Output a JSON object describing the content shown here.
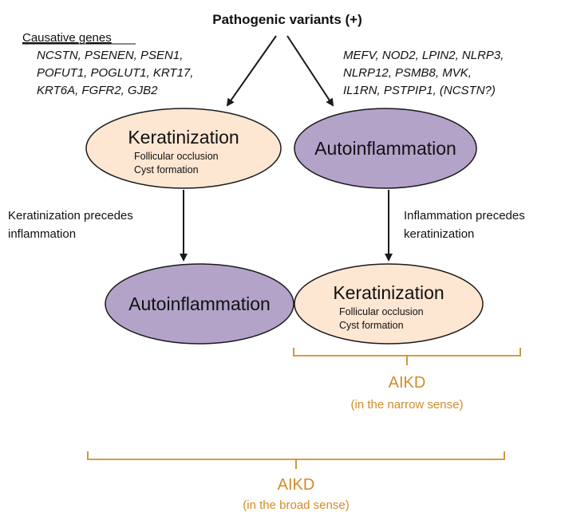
{
  "header": {
    "title": "Pathogenic variants (+)"
  },
  "left_genes": {
    "heading": "Causative genes",
    "lines": [
      "NCSTN, PSENEN, PSEN1,",
      "POFUT1, POGLUT1, KRT17,",
      "KRT6A, FGFR2, GJB2"
    ]
  },
  "right_genes": {
    "lines": [
      "MEFV, NOD2, LPIN2, NLRP3,",
      "NLRP12, PSMB8, MVK,",
      "IL1RN, PSTPIP1, (NCSTN?)"
    ]
  },
  "left_path": {
    "top_node": {
      "title": "Keratinization",
      "sub1": "Follicular occlusion",
      "sub2": "Cyst formation"
    },
    "arrow_label_1": "Keratinization precedes",
    "arrow_label_2": "inflammation",
    "bottom_node": {
      "title": "Autoinflammation"
    }
  },
  "right_path": {
    "top_node": {
      "title": "Autoinflammation"
    },
    "arrow_label_1": "Inflammation precedes",
    "arrow_label_2": "keratinization",
    "bottom_node": {
      "title": "Keratinization",
      "sub1": "Follicular occlusion",
      "sub2": "Cyst formation"
    }
  },
  "narrow_group": {
    "label": "AIKD",
    "sublabel": "(in the narrow sense)"
  },
  "broad_group": {
    "label": "AIKD",
    "sublabel": "(in the broad sense)"
  },
  "colors": {
    "keratinization_fill": "#fde6d2",
    "autoinflammation_fill": "#b3a3c9",
    "bracket": "#d08c2a",
    "arrow": "#1a1a1a"
  }
}
